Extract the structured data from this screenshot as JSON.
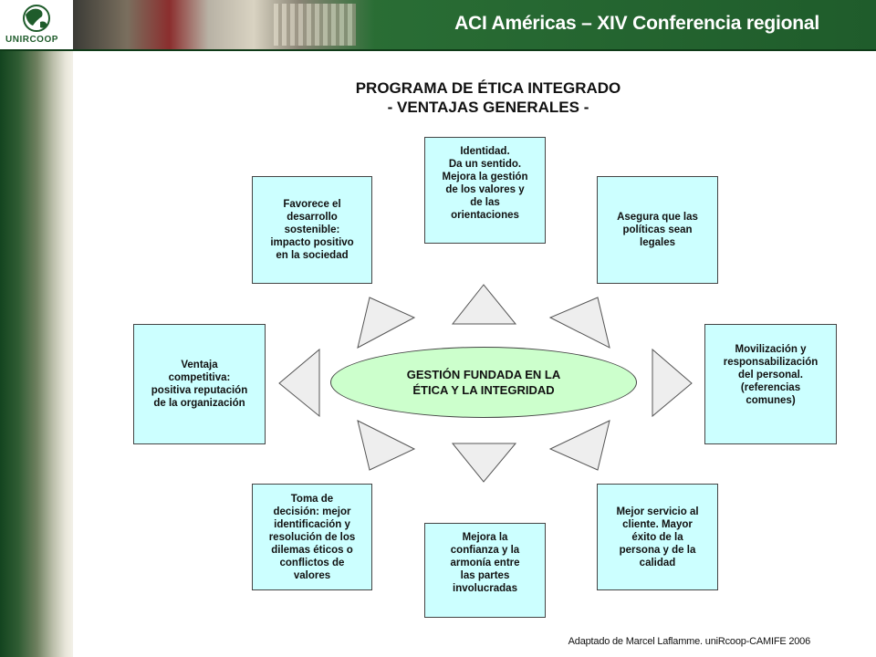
{
  "header": {
    "title": "ACI Américas – XIV Conferencia regional",
    "logo_text": "UNIRCOOP"
  },
  "main_title": {
    "line1": "PROGRAMA DE ÉTICA INTEGRADO",
    "line2": "- VENTAJAS GENERALES -"
  },
  "center": {
    "text": "GESTIÓN FUNDADA EN LA\nÉTICA Y LA INTEGRIDAD"
  },
  "boxes": {
    "top": "Identidad.\nDa un sentido.\nMejora la gestión\nde los valores y\nde las\norientaciones",
    "top_left": "Favorece el\ndesarrollo\nsostenible:\nimpacto positivo\nen la sociedad",
    "top_right": "Asegura que las\npolíticas sean\nlegales",
    "left": "Ventaja\ncompetitiva:\npositiva reputación\nde la organización",
    "right": "Movilización y\nresponsabilización\ndel personal.\n(referencias\ncomunes)",
    "bottom_left": "Toma de\ndecisión: mejor\nidentificación y\nresolución de los\ndilemas éticos o\nconflictos de\nvalores",
    "bottom": "Mejora la\nconfianza y la\narmonía entre\nlas partes\ninvolucradas",
    "bottom_right": "Mejor servicio al\ncliente. Mayor\néxito de la\npersona y de la\ncalidad"
  },
  "footer": {
    "credit": "Adaptado de Marcel Laflamme. uniRcoop-CAMIFE 2006"
  },
  "colors": {
    "header_green": "#2a6e35",
    "box_fill": "#ccffff",
    "ellipse_fill": "#ccffcc"
  }
}
